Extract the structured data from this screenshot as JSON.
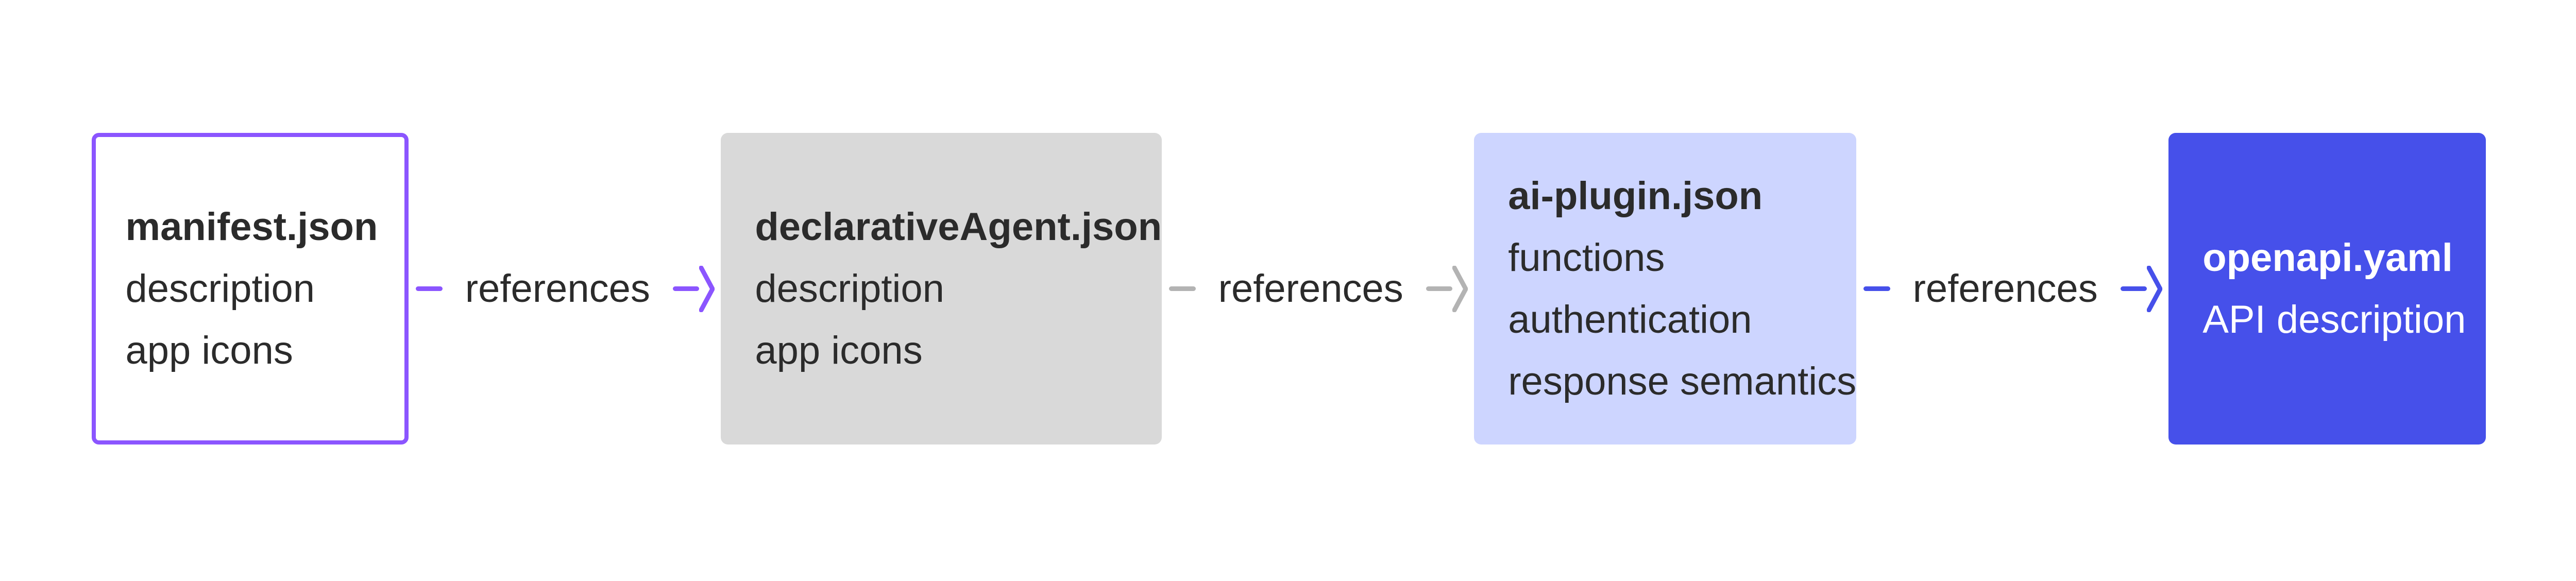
{
  "nodes": [
    {
      "title": "manifest.json",
      "lines": [
        "description",
        "app icons"
      ],
      "border": "#8b55ff",
      "fill": "#ffffff"
    },
    {
      "title": "declarativeAgent.json",
      "lines": [
        "description",
        "app icons"
      ],
      "fill": "#d9d9d9"
    },
    {
      "title": "ai-plugin.json",
      "lines": [
        "functions",
        "authentication",
        "response semantics"
      ],
      "fill": "#cdd5ff"
    },
    {
      "title": "openapi.yaml",
      "lines": [
        "API description"
      ],
      "fill": "#4650ea"
    }
  ],
  "edges": [
    {
      "from": "manifest.json",
      "to": "declarativeAgent.json",
      "label": "references",
      "color": "#8b55ff"
    },
    {
      "from": "declarativeAgent.json",
      "to": "ai-plugin.json",
      "label": "references",
      "color": "#b3b3b3"
    },
    {
      "from": "ai-plugin.json",
      "to": "openapi.yaml",
      "label": "references",
      "color": "#4650ea"
    }
  ]
}
